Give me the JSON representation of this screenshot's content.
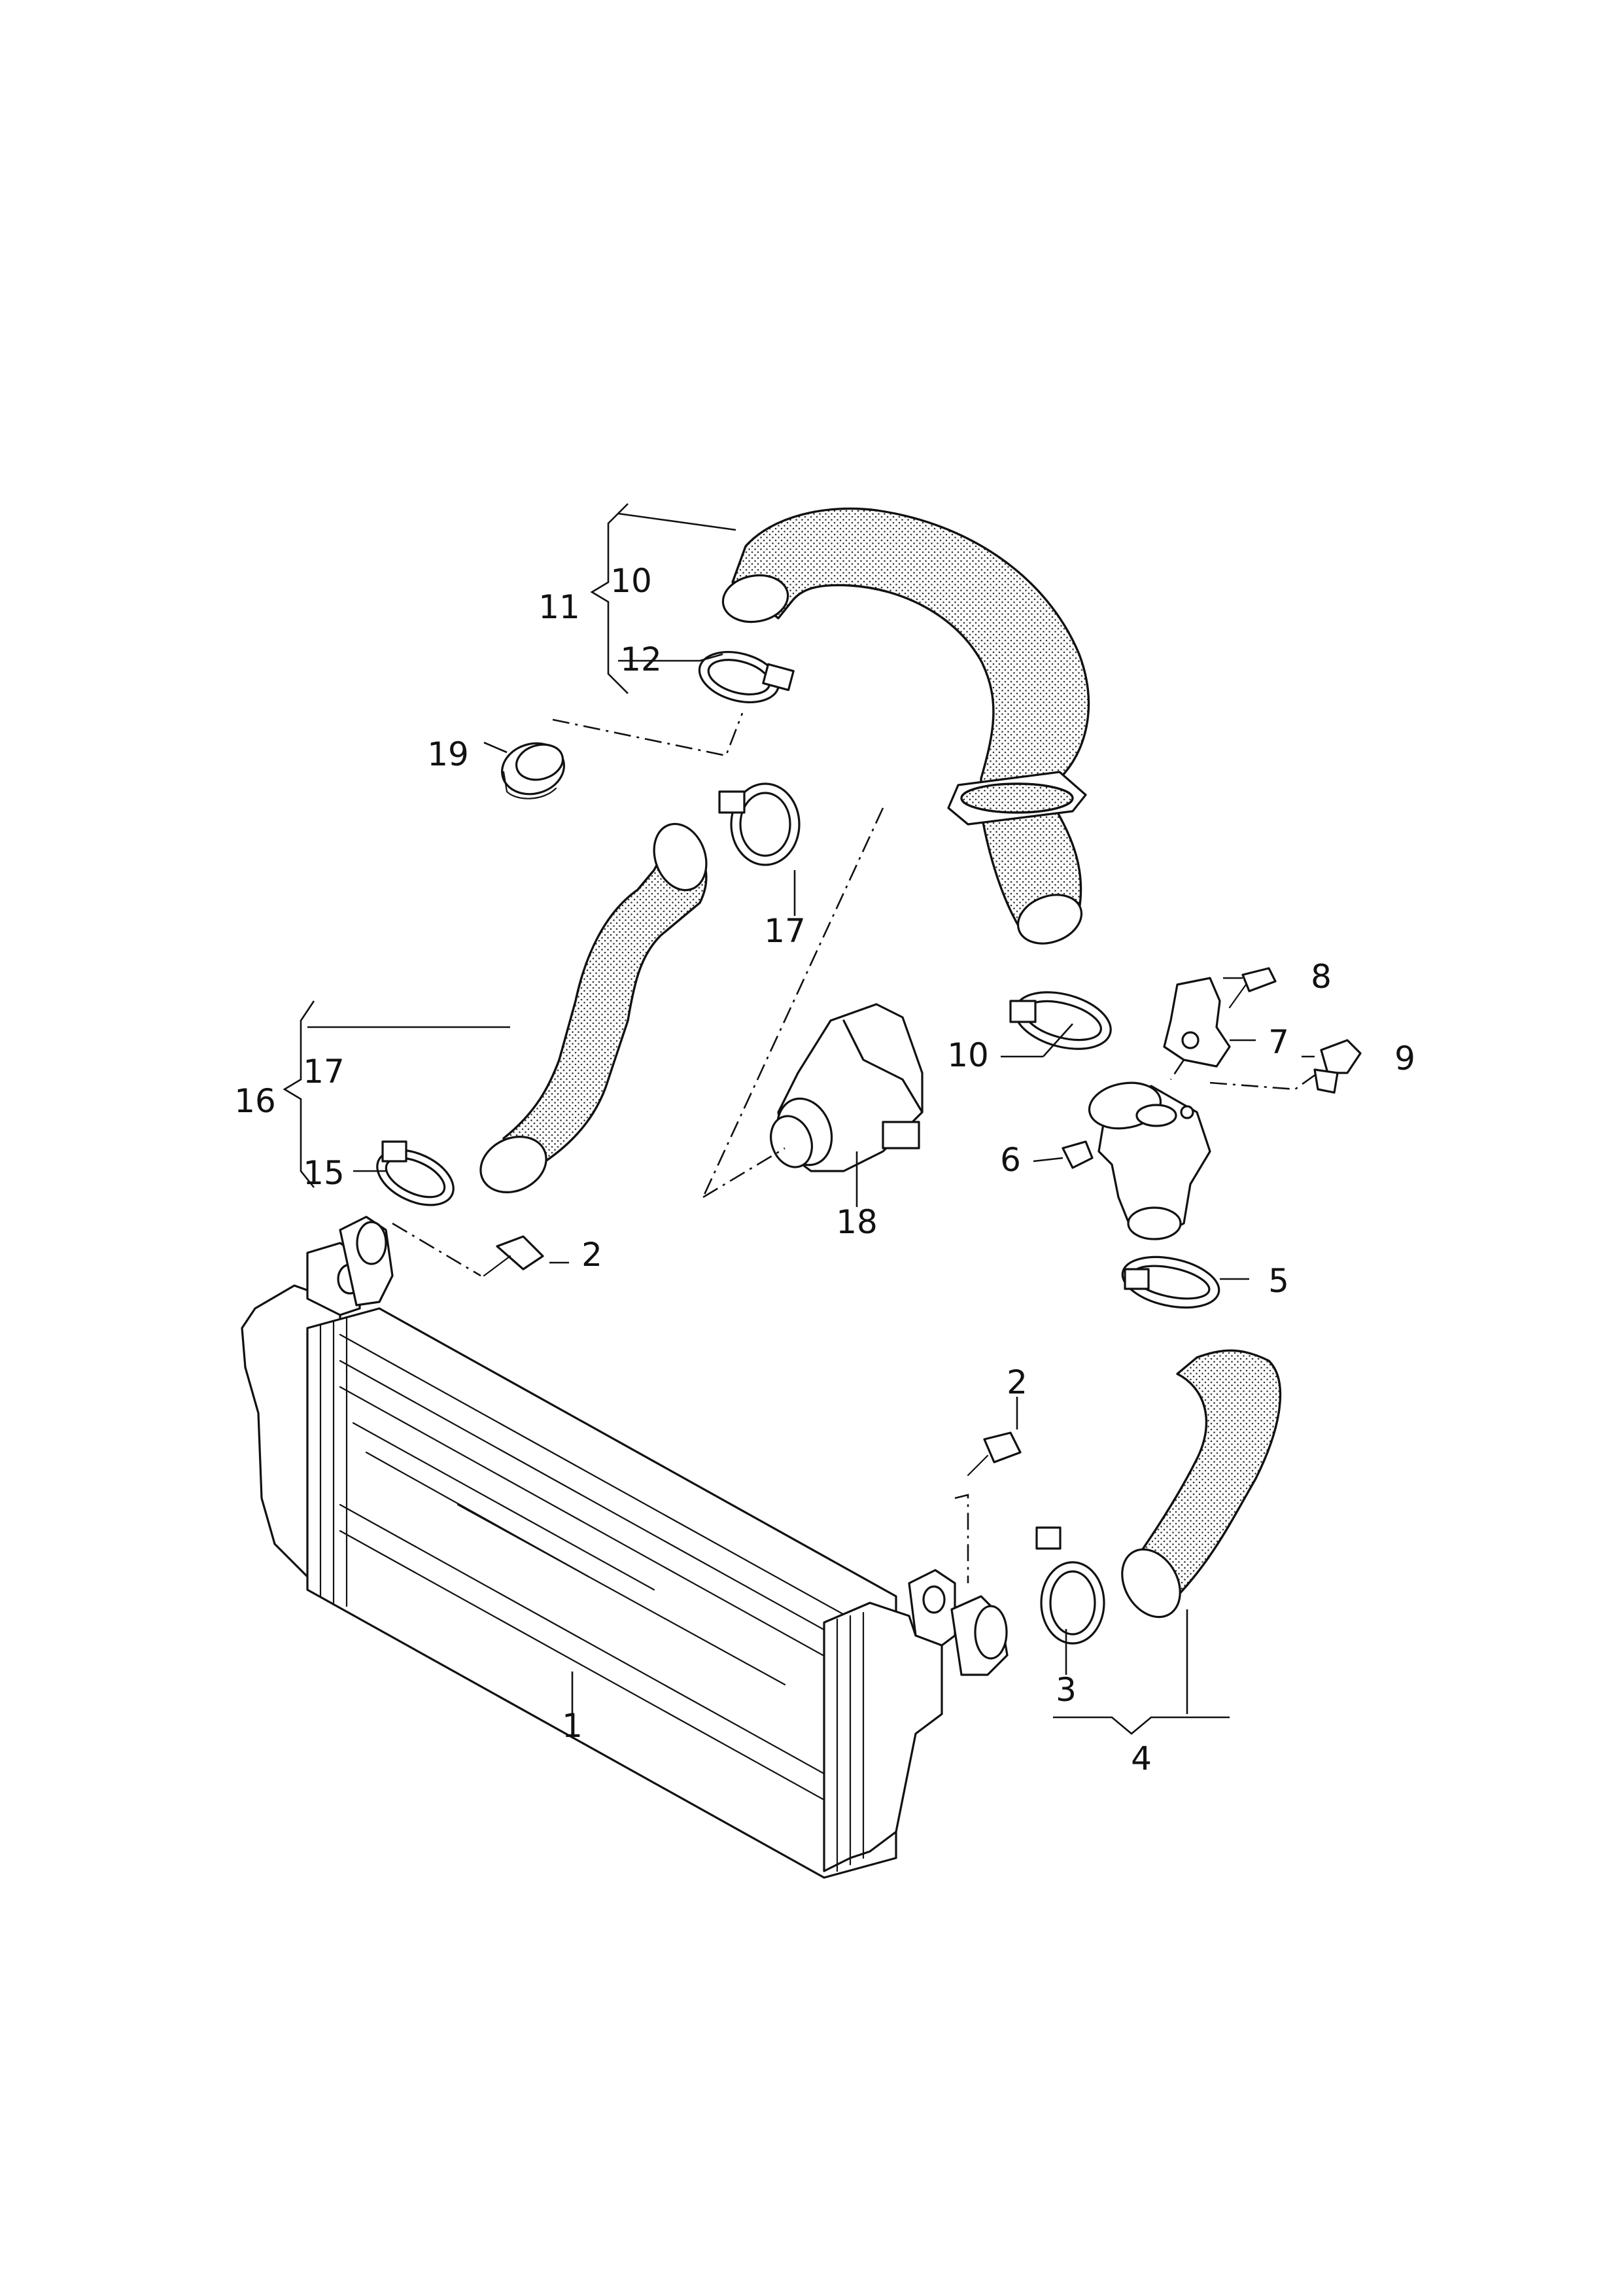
{
  "callouts": {
    "c1": "1",
    "c2a": "2",
    "c2b": "2",
    "c3": "3",
    "c4": "4",
    "c5": "5",
    "c6": "6",
    "c7": "7",
    "c8": "8",
    "c9": "9",
    "c10a": "10",
    "c10b": "10",
    "c11": "11",
    "c12": "12",
    "c15": "15",
    "c16": "16",
    "c17a": "17",
    "c17b": "17",
    "c18": "18",
    "c19": "19"
  }
}
